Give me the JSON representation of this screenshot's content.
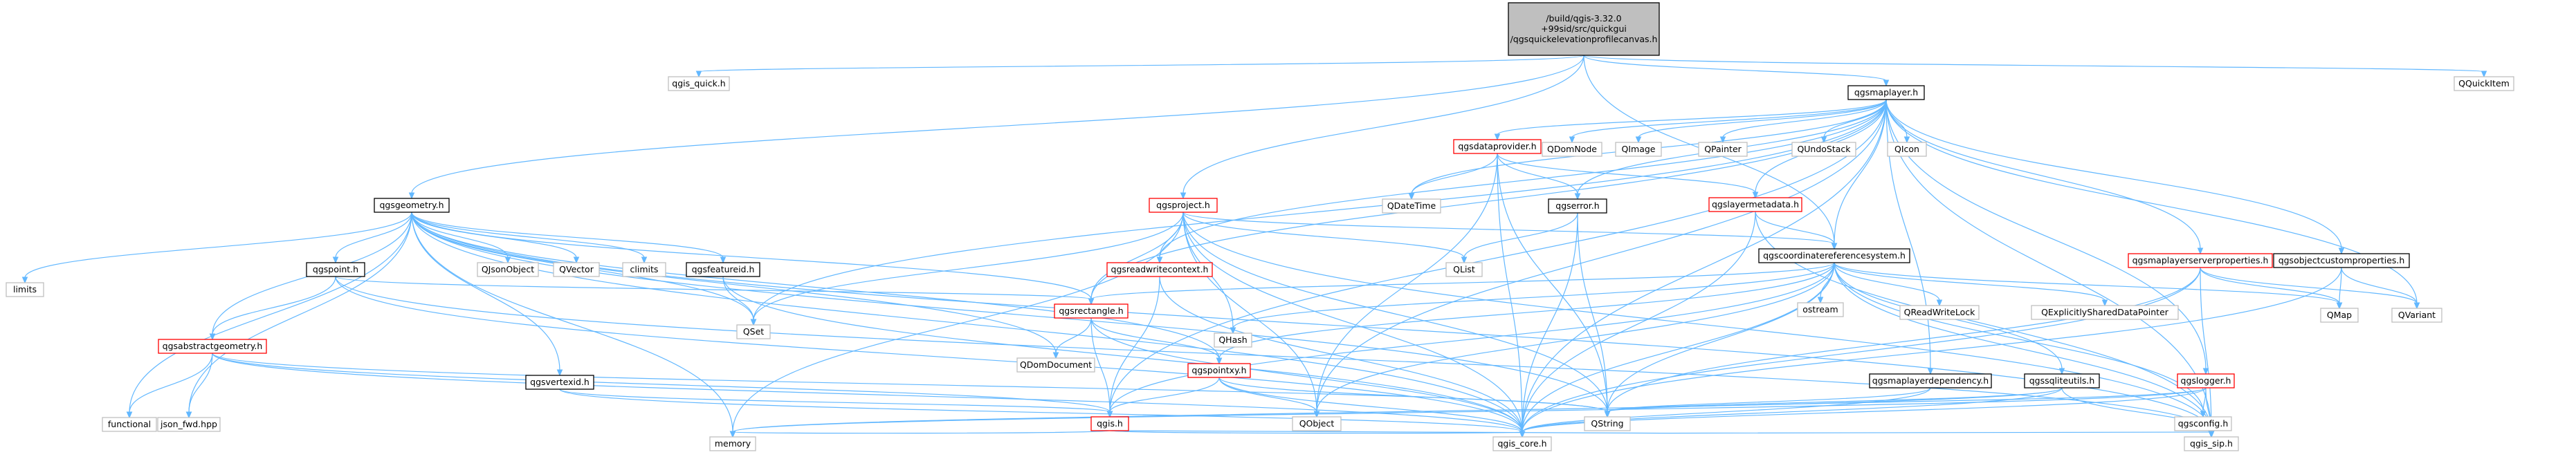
{
  "colors": {
    "edge": "#63B8FF",
    "root_fill": "#BFBFBF",
    "root_border": "#000000",
    "doc_border": "#000000",
    "red_border": "#FF0000",
    "ext_border": "#BFBFBF",
    "node_fill": "#FFFFFF"
  },
  "nodes": [
    {
      "id": "root",
      "style": "root",
      "lines": [
        "/build/qgis-3.32.0",
        "+99sid/src/quickgui",
        "/qgsquickelevationprofilecanvas.h"
      ]
    },
    {
      "id": "qgis_quick",
      "style": "ext",
      "lines": [
        "qgis_quick.h"
      ]
    },
    {
      "id": "qgsgeometry",
      "style": "doc",
      "lines": [
        "qgsgeometry.h"
      ]
    },
    {
      "id": "qgsproject",
      "style": "red",
      "lines": [
        "qgsproject.h"
      ]
    },
    {
      "id": "qgsmaplayer",
      "style": "doc",
      "lines": [
        "qgsmaplayer.h"
      ]
    },
    {
      "id": "qquickitem",
      "style": "ext",
      "lines": [
        "QQuickItem"
      ]
    },
    {
      "id": "limits",
      "style": "ext",
      "lines": [
        "limits"
      ]
    },
    {
      "id": "functional",
      "style": "ext",
      "lines": [
        "functional"
      ]
    },
    {
      "id": "json_fwd",
      "style": "ext",
      "lines": [
        "json_fwd.hpp"
      ]
    },
    {
      "id": "qgsabstractgeometry",
      "style": "red",
      "lines": [
        "qgsabstractgeometry.h"
      ]
    },
    {
      "id": "qgspoint",
      "style": "doc",
      "lines": [
        "qgspoint.h"
      ]
    },
    {
      "id": "qjsonobject",
      "style": "ext",
      "lines": [
        "QJsonObject"
      ]
    },
    {
      "id": "qvector",
      "style": "ext",
      "lines": [
        "QVector"
      ]
    },
    {
      "id": "climits",
      "style": "ext",
      "lines": [
        "climits"
      ]
    },
    {
      "id": "qgsfeatureid",
      "style": "doc",
      "lines": [
        "qgsfeatureid.h"
      ]
    },
    {
      "id": "qset",
      "style": "ext",
      "lines": [
        "QSet"
      ]
    },
    {
      "id": "qgsvertexid",
      "style": "doc",
      "lines": [
        "qgsvertexid.h"
      ]
    },
    {
      "id": "memory",
      "style": "ext",
      "lines": [
        "memory"
      ]
    },
    {
      "id": "qgsreadwritecontext",
      "style": "red",
      "lines": [
        "qgsreadwritecontext.h"
      ]
    },
    {
      "id": "qgsrectangle",
      "style": "red",
      "lines": [
        "qgsrectangle.h"
      ]
    },
    {
      "id": "qdomdocument",
      "style": "ext",
      "lines": [
        "QDomDocument"
      ]
    },
    {
      "id": "qgspointxy",
      "style": "red",
      "lines": [
        "qgspointxy.h"
      ]
    },
    {
      "id": "qobject",
      "style": "ext",
      "lines": [
        "QObject"
      ]
    },
    {
      "id": "qgis",
      "style": "red",
      "lines": [
        "qgis.h"
      ]
    },
    {
      "id": "qgis_core",
      "style": "ext",
      "lines": [
        "qgis_core.h"
      ]
    },
    {
      "id": "qgis_sip",
      "style": "ext",
      "lines": [
        "qgis_sip.h"
      ]
    },
    {
      "id": "qstring",
      "style": "ext",
      "lines": [
        "QString"
      ]
    },
    {
      "id": "qhash",
      "style": "ext",
      "lines": [
        "QHash"
      ]
    },
    {
      "id": "qlist",
      "style": "ext",
      "lines": [
        "QList"
      ]
    },
    {
      "id": "qgsdataprovider",
      "style": "red",
      "lines": [
        "qgsdataprovider.h"
      ]
    },
    {
      "id": "qdatetime",
      "style": "ext",
      "lines": [
        "QDateTime"
      ]
    },
    {
      "id": "qgserror",
      "style": "doc",
      "lines": [
        "qgserror.h"
      ]
    },
    {
      "id": "qgslayermetadata",
      "style": "red",
      "lines": [
        "qgslayermetadata.h"
      ]
    },
    {
      "id": "qdomnode",
      "style": "ext",
      "lines": [
        "QDomNode"
      ]
    },
    {
      "id": "qimage",
      "style": "ext",
      "lines": [
        "QImage"
      ]
    },
    {
      "id": "qpainter",
      "style": "ext",
      "lines": [
        "QPainter"
      ]
    },
    {
      "id": "qundostack",
      "style": "ext",
      "lines": [
        "QUndoStack"
      ]
    },
    {
      "id": "qicon",
      "style": "ext",
      "lines": [
        "QIcon"
      ]
    },
    {
      "id": "qgscoordinatereferencesystem",
      "style": "doc",
      "lines": [
        "qgscoordinatereferencesystem.h"
      ]
    },
    {
      "id": "ostream",
      "style": "ext",
      "lines": [
        "ostream"
      ]
    },
    {
      "id": "qreadwritelock",
      "style": "ext",
      "lines": [
        "QReadWriteLock"
      ]
    },
    {
      "id": "qexplicitlyshareddatapointer",
      "style": "ext",
      "lines": [
        "QExplicitlySharedDataPointer"
      ]
    },
    {
      "id": "qgsmaplayerserverproperties",
      "style": "red",
      "lines": [
        "qgsmaplayerserverproperties.h"
      ]
    },
    {
      "id": "qgsobjectcustomproperties",
      "style": "doc",
      "lines": [
        "qgsobjectcustomproperties.h"
      ]
    },
    {
      "id": "qmap",
      "style": "ext",
      "lines": [
        "QMap"
      ]
    },
    {
      "id": "qvariant",
      "style": "ext",
      "lines": [
        "QVariant"
      ]
    },
    {
      "id": "qgsmaplayerdependency",
      "style": "doc",
      "lines": [
        "qgsmaplayerdependency.h"
      ]
    },
    {
      "id": "qgssqliteutils",
      "style": "doc",
      "lines": [
        "qgssqliteutils.h"
      ]
    },
    {
      "id": "qgslogger",
      "style": "red",
      "lines": [
        "qgslogger.h"
      ]
    },
    {
      "id": "qgsconfig",
      "style": "ext",
      "lines": [
        "qgsconfig.h"
      ]
    }
  ],
  "edges": [
    [
      "root",
      "qgis_quick"
    ],
    [
      "root",
      "qgsgeometry"
    ],
    [
      "root",
      "qgsproject"
    ],
    [
      "root",
      "qgsmaplayer"
    ],
    [
      "root",
      "qquickitem"
    ],
    [
      "root",
      "qgscoordinatereferencesystem"
    ],
    [
      "qgsgeometry",
      "limits"
    ],
    [
      "qgsgeometry",
      "functional"
    ],
    [
      "qgsgeometry",
      "json_fwd"
    ],
    [
      "qgsgeometry",
      "qgsabstractgeometry"
    ],
    [
      "qgsgeometry",
      "qgspoint"
    ],
    [
      "qgsgeometry",
      "qjsonobject"
    ],
    [
      "qgsgeometry",
      "qvector"
    ],
    [
      "qgsgeometry",
      "climits"
    ],
    [
      "qgsgeometry",
      "qgsfeatureid"
    ],
    [
      "qgsgeometry",
      "qset"
    ],
    [
      "qgsgeometry",
      "qgsvertexid"
    ],
    [
      "qgsgeometry",
      "memory"
    ],
    [
      "qgsgeometry",
      "qgsrectangle"
    ],
    [
      "qgsgeometry",
      "qgspointxy"
    ],
    [
      "qgsgeometry",
      "qdomdocument"
    ],
    [
      "qgsgeometry",
      "qgis_core"
    ],
    [
      "qgsgeometry",
      "qgis_sip"
    ],
    [
      "qgsgeometry",
      "qstring"
    ],
    [
      "qgspoint",
      "qgsabstractgeometry"
    ],
    [
      "qgspoint",
      "qgsrectangle"
    ],
    [
      "qgspoint",
      "qgis_core"
    ],
    [
      "qgspoint",
      "qgis_sip"
    ],
    [
      "qgsabstractgeometry",
      "functional"
    ],
    [
      "qgsabstractgeometry",
      "json_fwd"
    ],
    [
      "qgsabstractgeometry",
      "qgis"
    ],
    [
      "qgsabstractgeometry",
      "qgis_core"
    ],
    [
      "qgsabstractgeometry",
      "qstring"
    ],
    [
      "qgsfeatureid",
      "qset"
    ],
    [
      "qgsfeatureid",
      "qgis_core"
    ],
    [
      "qgsvertexid",
      "qgis"
    ],
    [
      "qgsvertexid",
      "qgis_core"
    ],
    [
      "qgsproject",
      "qset"
    ],
    [
      "qgsproject",
      "qgsreadwritecontext"
    ],
    [
      "qgsproject",
      "qgsrectangle"
    ],
    [
      "qgsproject",
      "qgscoordinatereferencesystem"
    ],
    [
      "qgsproject",
      "qhash"
    ],
    [
      "qgsproject",
      "qlist"
    ],
    [
      "qgsproject",
      "qobject"
    ],
    [
      "qgsproject",
      "qgis_core"
    ],
    [
      "qgsproject",
      "qgis_sip"
    ],
    [
      "qgsproject",
      "memory"
    ],
    [
      "qgsproject",
      "qstring"
    ],
    [
      "qgsreadwritecontext",
      "qgis"
    ],
    [
      "qgsreadwritecontext",
      "qgis_core"
    ],
    [
      "qgsrectangle",
      "qdomdocument"
    ],
    [
      "qgsrectangle",
      "qgspointxy"
    ],
    [
      "qgsrectangle",
      "qgis"
    ],
    [
      "qgsrectangle",
      "qgis_core"
    ],
    [
      "qgspointxy",
      "qgis"
    ],
    [
      "qgspointxy",
      "qobject"
    ],
    [
      "qgspointxy",
      "qstring"
    ],
    [
      "qgspointxy",
      "qgis_core"
    ],
    [
      "qgis",
      "memory"
    ],
    [
      "qgis",
      "qgis_core"
    ],
    [
      "qgis",
      "qgis_sip"
    ],
    [
      "qgsmaplayer",
      "qset"
    ],
    [
      "qgsmaplayer",
      "qgis"
    ],
    [
      "qgsmaplayer",
      "qgsdataprovider"
    ],
    [
      "qgsmaplayer",
      "qdatetime"
    ],
    [
      "qgsmaplayer",
      "qdomnode"
    ],
    [
      "qgsmaplayer",
      "qimage"
    ],
    [
      "qgsmaplayer",
      "qpainter"
    ],
    [
      "qgsmaplayer",
      "qundostack"
    ],
    [
      "qgsmaplayer",
      "qicon"
    ],
    [
      "qgsmaplayer",
      "qgserror"
    ],
    [
      "qgsmaplayer",
      "qgslayermetadata"
    ],
    [
      "qgsmaplayer",
      "qgscoordinatereferencesystem"
    ],
    [
      "qgsmaplayer",
      "qgsreadwritecontext"
    ],
    [
      "qgsmaplayer",
      "qgsrectangle"
    ],
    [
      "qgsmaplayer",
      "qgsmaplayerserverproperties"
    ],
    [
      "qgsmaplayer",
      "qgsobjectcustomproperties"
    ],
    [
      "qgsmaplayer",
      "qgsmaplayerdependency"
    ],
    [
      "qgsmaplayer",
      "qgslogger"
    ],
    [
      "qgsmaplayer",
      "qvariant"
    ],
    [
      "qgsmaplayer",
      "qobject"
    ],
    [
      "qgsmaplayer",
      "qgis_core"
    ],
    [
      "qgsmaplayer",
      "qgis_sip"
    ],
    [
      "qgsdataprovider",
      "qdatetime"
    ],
    [
      "qgsdataprovider",
      "qgserror"
    ],
    [
      "qgsdataprovider",
      "qgslayermetadata"
    ],
    [
      "qgsdataprovider",
      "qobject"
    ],
    [
      "qgsdataprovider",
      "qstring"
    ],
    [
      "qgsdataprovider",
      "qgis_core"
    ],
    [
      "qgserror",
      "qlist"
    ],
    [
      "qgserror",
      "qstring"
    ],
    [
      "qgserror",
      "qgis_core"
    ],
    [
      "qgslayermetadata",
      "qgscoordinatereferencesystem"
    ],
    [
      "qgslayermetadata",
      "qgis_core"
    ],
    [
      "qgslayermetadata",
      "qgis_sip"
    ],
    [
      "qgscoordinatereferencesystem",
      "qgsrectangle"
    ],
    [
      "qgscoordinatereferencesystem",
      "qhash"
    ],
    [
      "qgscoordinatereferencesystem",
      "ostream"
    ],
    [
      "qgscoordinatereferencesystem",
      "qreadwritelock"
    ],
    [
      "qgscoordinatereferencesystem",
      "qexplicitlyshareddatapointer"
    ],
    [
      "qgscoordinatereferencesystem",
      "qmap"
    ],
    [
      "qgscoordinatereferencesystem",
      "qgssqliteutils"
    ],
    [
      "qgscoordinatereferencesystem",
      "qgsconfig"
    ],
    [
      "qgscoordinatereferencesystem",
      "qgis"
    ],
    [
      "qgscoordinatereferencesystem",
      "qobject"
    ],
    [
      "qgscoordinatereferencesystem",
      "qstring"
    ],
    [
      "qgscoordinatereferencesystem",
      "qgis_core"
    ],
    [
      "qgscoordinatereferencesystem",
      "qgis_sip"
    ],
    [
      "qgscoordinatereferencesystem",
      "qgspointxy"
    ],
    [
      "qgsmaplayerserverproperties",
      "qmap"
    ],
    [
      "qgsmaplayerserverproperties",
      "qvariant"
    ],
    [
      "qgsmaplayerserverproperties",
      "qgis_core"
    ],
    [
      "qgsmaplayerserverproperties",
      "qgis_sip"
    ],
    [
      "qgsmaplayerserverproperties",
      "qstring"
    ],
    [
      "qgsobjectcustomproperties",
      "qmap"
    ],
    [
      "qgsobjectcustomproperties",
      "qvariant"
    ],
    [
      "qgsobjectcustomproperties",
      "qgis_core"
    ],
    [
      "qgsmaplayerdependency",
      "qstring"
    ],
    [
      "qgsmaplayerdependency",
      "qgis_core"
    ],
    [
      "qgssqliteutils",
      "qstring"
    ],
    [
      "qgssqliteutils",
      "memory"
    ],
    [
      "qgssqliteutils",
      "qgis_core"
    ],
    [
      "qgssqliteutils",
      "qgis_sip"
    ],
    [
      "qgslogger",
      "qgsconfig"
    ],
    [
      "qgslogger",
      "qstring"
    ],
    [
      "qgslogger",
      "qgis_core"
    ],
    [
      "qgslogger",
      "qgis_sip"
    ],
    [
      "qgslogger",
      "memory"
    ]
  ]
}
